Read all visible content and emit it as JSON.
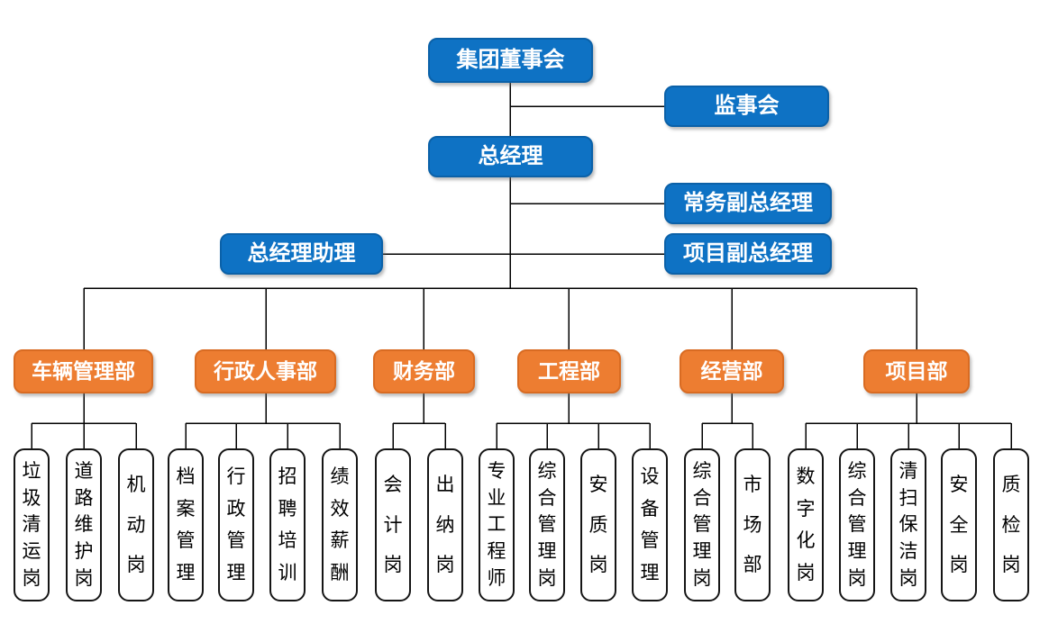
{
  "colors": {
    "executive_box": "#0E72C4",
    "department_box": "#ED7D31",
    "position_box_border": "#151515",
    "connector_line": "#000000"
  },
  "executive": {
    "board": "集团董事会",
    "supervisory_board": "监事会",
    "general_manager": "总经理",
    "executive_deputy_gm": "常务副总经理",
    "gm_assistant": "总经理助理",
    "project_deputy_gm": "项目副总经理"
  },
  "departments": [
    {
      "label": "车辆管理部",
      "positions": [
        "垃圾清运岗",
        "道路维护岗",
        "机动岗"
      ]
    },
    {
      "label": "行政人事部",
      "positions": [
        "档案管理",
        "行政管理",
        "招聘培训",
        "绩效薪酬"
      ]
    },
    {
      "label": "财务部",
      "positions": [
        "会计岗",
        "出纳岗"
      ]
    },
    {
      "label": "工程部",
      "positions": [
        "专业工程师",
        "综合管理岗",
        "安质岗",
        "设备管理"
      ]
    },
    {
      "label": "经营部",
      "positions": [
        "综合管理岗",
        "市场部"
      ]
    },
    {
      "label": "项目部",
      "positions": [
        "数字化岗",
        "综合管理岗",
        "清扫保洁岗",
        "安全岗",
        "质检岗"
      ]
    }
  ]
}
